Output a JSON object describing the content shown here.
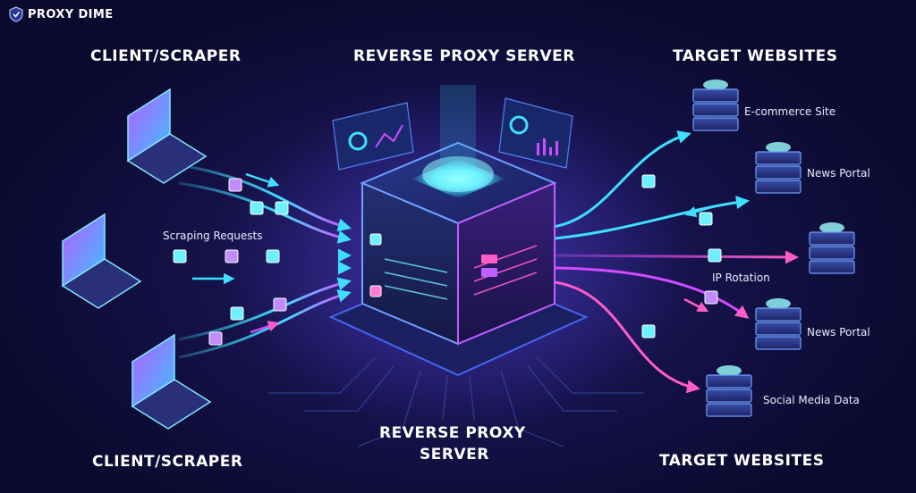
{
  "brand": {
    "name": "PROXY DIME",
    "icon": "shield-icon"
  },
  "headings": {
    "client_top": "CLIENT/SCRAPER",
    "proxy_top": "REVERSE PROXY SERVER",
    "targets_top": "TARGET WEBSITES",
    "client_bottom": "CLIENT/SCRAPER",
    "proxy_bottom_line1": "REVERSE PROXY",
    "proxy_bottom_line2": "SERVER",
    "targets_bottom": "TARGET WEBSITES"
  },
  "annotations": {
    "scraping_requests": "Scraping Requests",
    "ip_rotation": "IP Rotation"
  },
  "targets": [
    {
      "label": "E-commerce Site"
    },
    {
      "label": "News Portal"
    },
    {
      "label": ""
    },
    {
      "label": "News Portal"
    },
    {
      "label": "Social Media Data"
    }
  ],
  "colors": {
    "background": "#0b0a2e",
    "cyan": "#3fe0ff",
    "magenta": "#d24bff",
    "violet": "#7b4dff"
  }
}
